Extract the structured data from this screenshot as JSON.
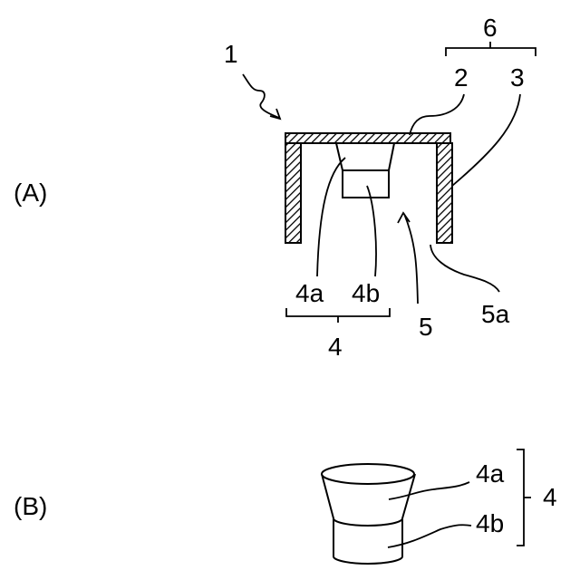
{
  "panel_a": {
    "panel_label": "(A)",
    "ref_1": "1",
    "ref_2": "2",
    "ref_3": "3",
    "ref_6": "6",
    "ref_4a": "4a",
    "ref_4b": "4b",
    "ref_4": "4",
    "ref_5": "5",
    "ref_5a": "5a"
  },
  "panel_b": {
    "panel_label": "(B)",
    "ref_4a": "4a",
    "ref_4b": "4b",
    "ref_4": "4"
  }
}
